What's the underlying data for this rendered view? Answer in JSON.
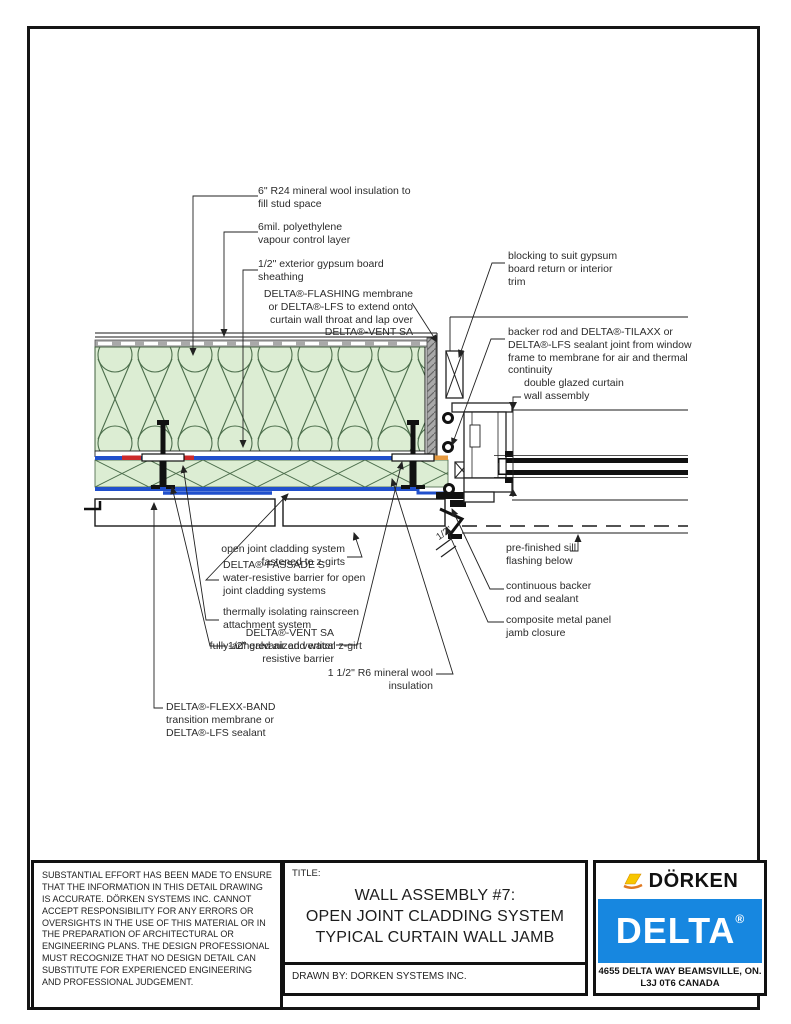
{
  "annotations": {
    "r24": "6\" R24 mineral wool insulation to\nfill stud space",
    "poly": "6mil. polyethylene\nvapour control layer",
    "gypsum": "1/2\" exterior gypsum board\nsheathing",
    "flashing": "DELTA®-FLASHING membrane\nor DELTA®-LFS to extend onto\ncurtain wall throat and lap over\nDELTA®-VENT SA",
    "blocking": "blocking to suit gypsum\nboard return or interior\ntrim",
    "backer_tilaxx": "backer rod and DELTA®-TILAXX or\nDELTA®-LFS sealant joint from window\nframe to membrane for air and thermal\ncontinuity",
    "double_glazed": "double glazed curtain\nwall assembly",
    "open_joint": "open joint cladding system\nfastened to z-girts",
    "fassade": "DELTA®-FASSADE S\nwater-resistive barrier for open\njoint cladding systems",
    "thermal_isolating": "thermally isolating rainscreen\nattachment system",
    "zgirt": "1/2\" galvanized vertical z-girt",
    "vent_sa": "DELTA®-VENT SA\nfully-adhered air and water\nresistive barrier",
    "r6": "1 1/2\" R6 mineral wool\ninsulation",
    "flexx_band": "DELTA®-FLEXX-BAND\ntransition membrane or\nDELTA®-LFS sealant",
    "sill_flashing": "pre-finished sill\nflashing below",
    "cont_backer": "continuous backer\nrod and sealant",
    "composite_panel": "composite metal panel\njamb closure",
    "half_dim": "1/2\""
  },
  "title_block": {
    "disclaimer": "SUBSTANTIAL EFFORT HAS BEEN MADE TO ENSURE THAT THE INFORMATION IN THIS DETAIL DRAWING IS ACCURATE. DÖRKEN SYSTEMS INC. CANNOT ACCEPT RESPONSIBILITY FOR ANY ERRORS OR OVERSIGHTS IN THE USE OF THIS MATERIAL OR IN THE PREPARATION OF ARCHITECTURAL OR ENGINEERING PLANS. THE DESIGN PROFESSIONAL MUST RECOGNIZE THAT NO DESIGN DETAIL CAN SUBSTITUTE FOR EXPERIENCED ENGINEERING AND PROFESSIONAL JUDGEMENT.",
    "title_label": "TITLE:",
    "title_lines": "WALL ASSEMBLY #7:\nOPEN JOINT CLADDING SYSTEM\nTYPICAL CURTAIN WALL JAMB",
    "drawn_by": "DRAWN BY: DORKEN SYSTEMS INC.",
    "brand": "DÖRKEN",
    "logo": "DELTA",
    "logo_reg": "®",
    "address": "4655 DELTA WAY BEAMSVILLE, ON.\nL3J 0T6 CANADA"
  },
  "colors": {
    "delta_blue": "#1787e0",
    "dorken_yellow": "#f7c600",
    "insulation_green": "#dcedd3",
    "membrane_blue": "#2150cc",
    "sealant_orange": "#e69a40",
    "thermal_pad_red": "#cc2a2a",
    "line_black": "#1a1a1a"
  }
}
